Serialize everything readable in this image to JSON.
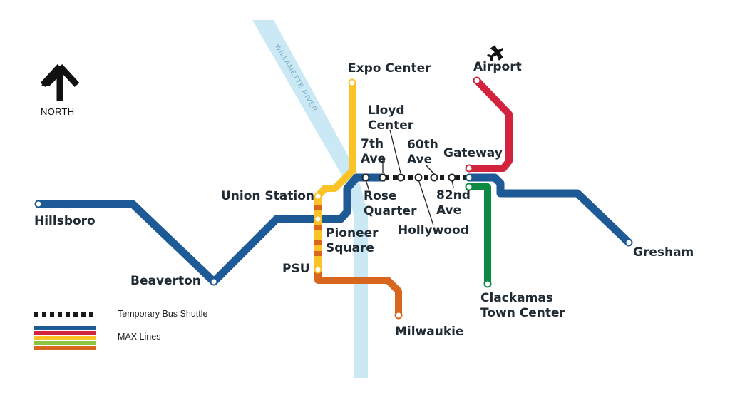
{
  "north": {
    "label": "NORTH",
    "icon": "north-arrow-icon"
  },
  "river": {
    "label": "WILLAMETTE RIVER",
    "color": "#c9e9f3"
  },
  "airport_icon": "airplane-icon",
  "stations": {
    "expo_center": "Expo Center",
    "airport": "Airport",
    "lloyd_center": [
      "Lloyd",
      "Center"
    ],
    "seventh_ave": [
      "7th",
      "Ave"
    ],
    "sixtieth_ave": [
      "60th",
      "Ave"
    ],
    "gateway": "Gateway",
    "union_station": "Union Station",
    "rose_quarter": [
      "Rose",
      "Quarter"
    ],
    "eighty_second_ave": [
      "82nd",
      "Ave"
    ],
    "hollywood": "Hollywood",
    "hillsboro": "Hillsboro",
    "pioneer_square": [
      "Pioneer",
      "Square"
    ],
    "psu": "PSU",
    "beaverton": "Beaverton",
    "gresham": "Gresham",
    "clackamas": [
      "Clackamas",
      "Town Center"
    ],
    "milwaukie": "Milwaukie"
  },
  "legend": {
    "shuttle": "Temporary Bus Shuttle",
    "max": "MAX Lines"
  },
  "colors": {
    "blue": "#1d5a96",
    "yellow": "#fcc326",
    "red": "#d2243f",
    "green": "#0c8a43",
    "orange": "#d9661f",
    "shuttle": "#1a1a1a",
    "lime": "#8cc541"
  }
}
